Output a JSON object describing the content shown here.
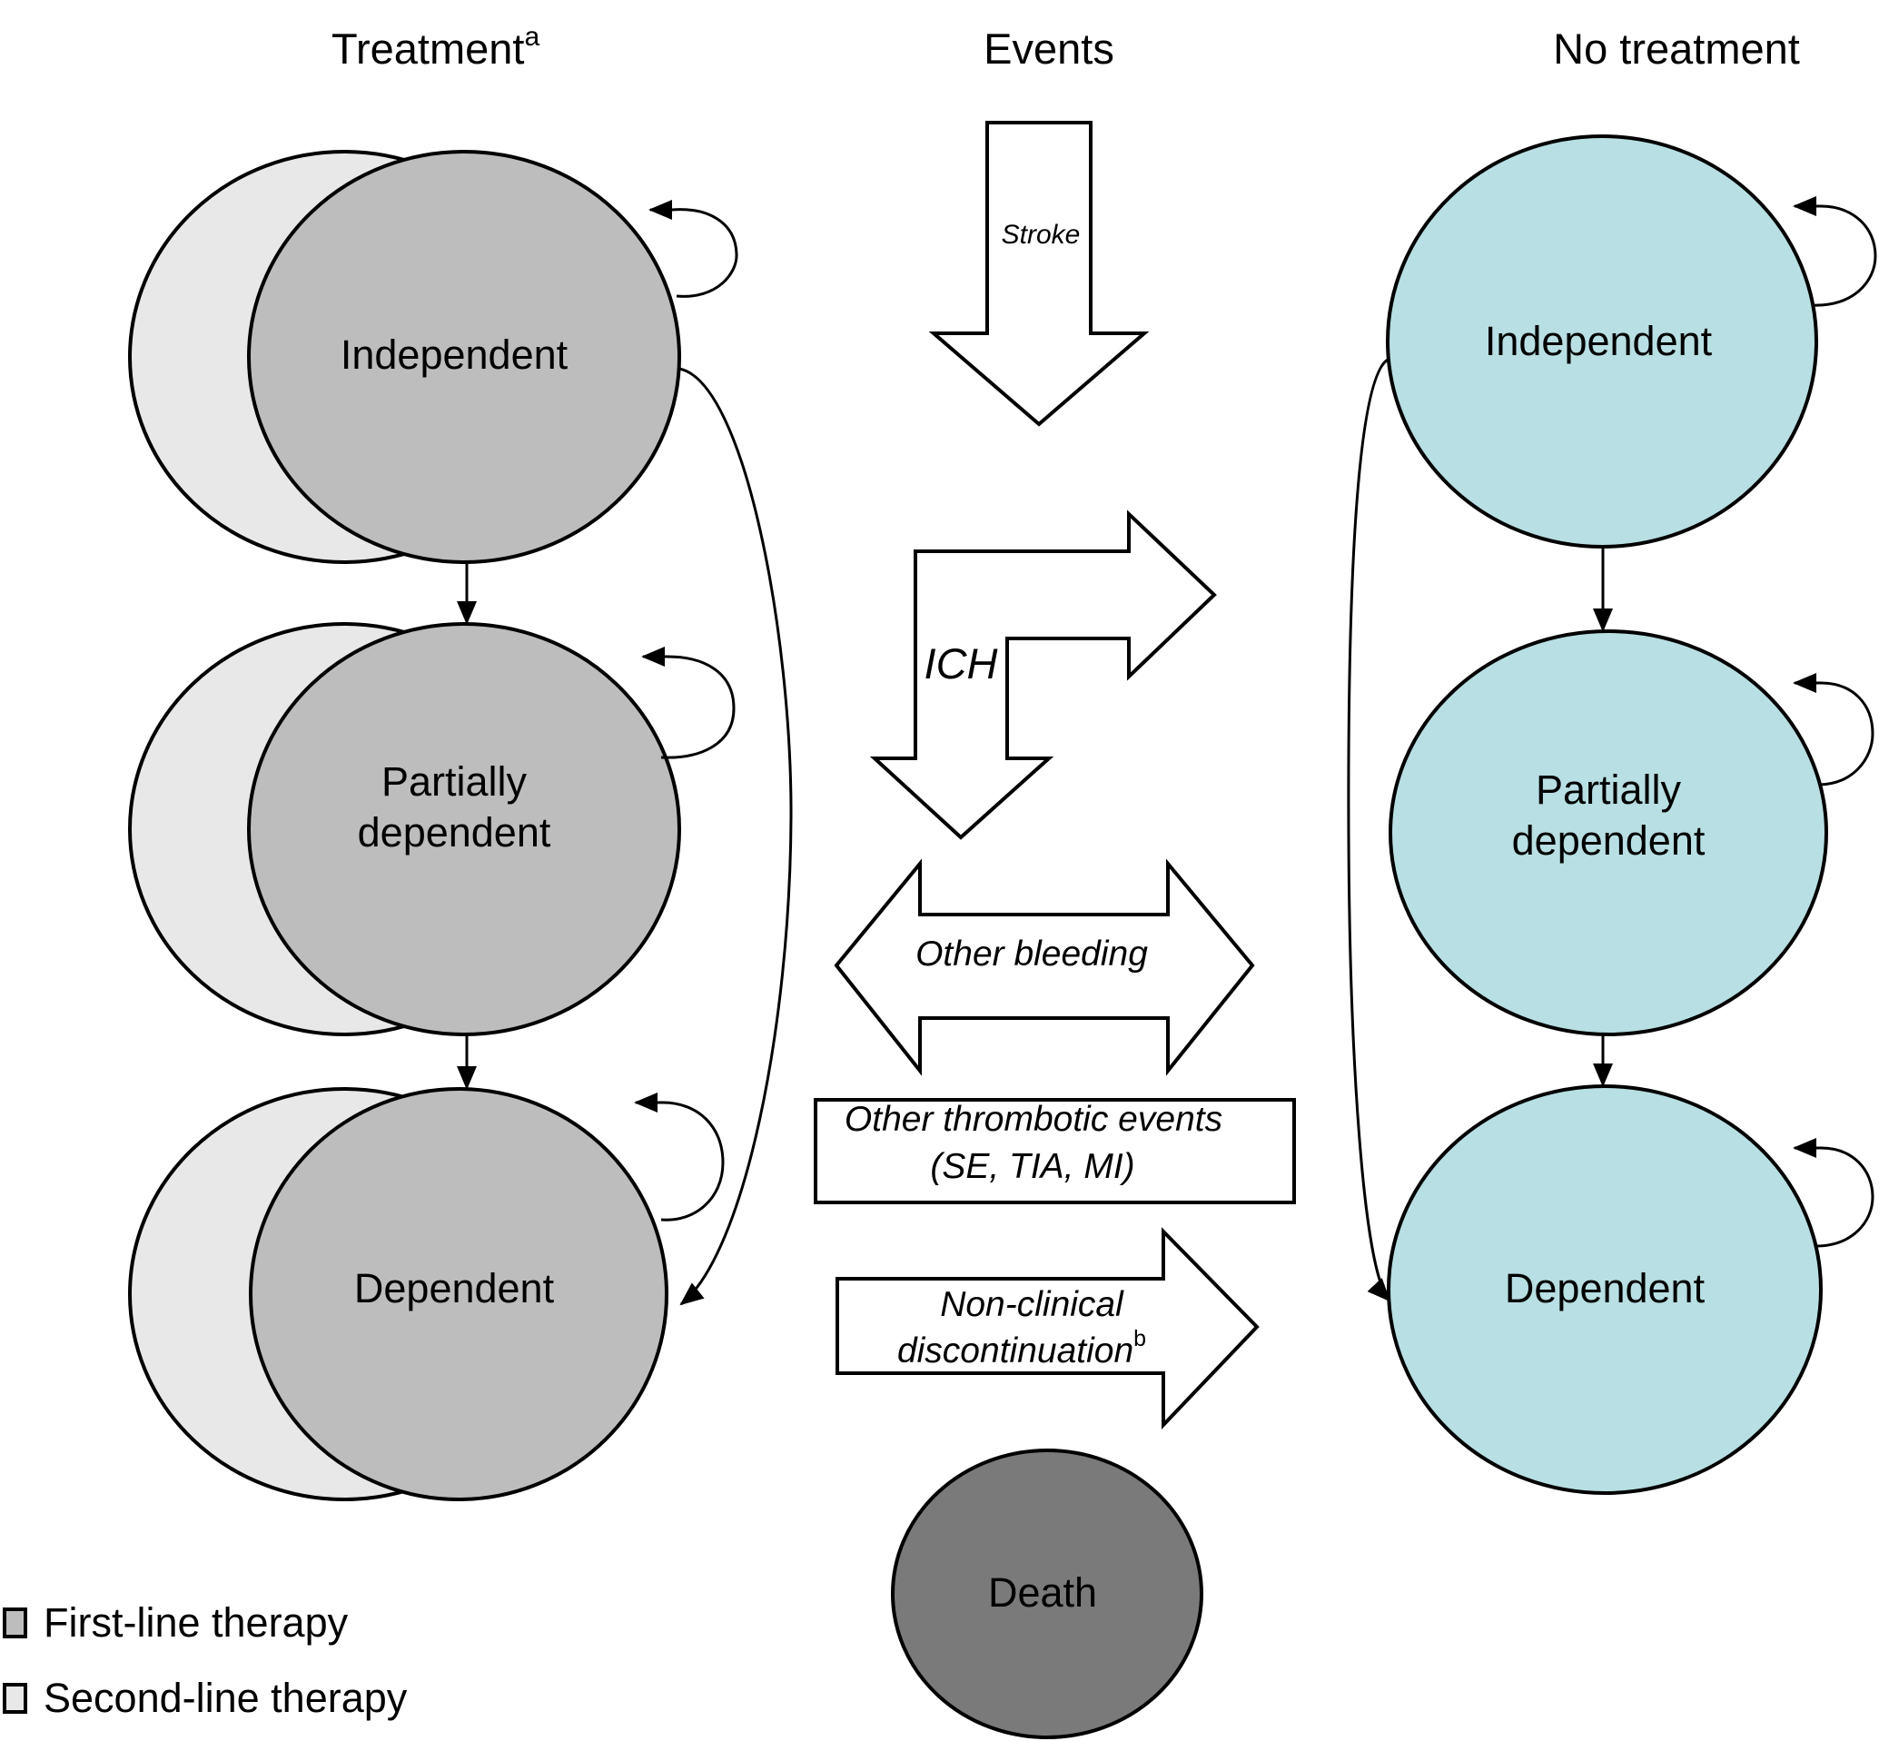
{
  "headers": {
    "treatment": "Treatment",
    "treatment_sup": "a",
    "events": "Events",
    "no_treatment": "No treatment"
  },
  "treatment_states": [
    {
      "label_lines": [
        "Independent"
      ]
    },
    {
      "label_lines": [
        "Partially",
        "dependent"
      ]
    },
    {
      "label_lines": [
        "Dependent"
      ]
    }
  ],
  "no_treatment_states": [
    {
      "label_lines": [
        "Independent"
      ]
    },
    {
      "label_lines": [
        "Partially",
        "dependent"
      ]
    },
    {
      "label_lines": [
        "Dependent"
      ]
    }
  ],
  "events": {
    "stroke": "Stroke",
    "ich": "ICH",
    "other_bleeding": "Other bleeding",
    "thrombotic_line1": "Other thrombotic events",
    "thrombotic_line2": "(SE, TIA, MI)",
    "nonclinical_line1": "Non-clinical",
    "nonclinical_line2": "discontinuation",
    "nonclinical_sup": "b",
    "death": "Death"
  },
  "legend": [
    {
      "label": "First-line therapy",
      "color": "#bdbdbd"
    },
    {
      "label": "Second-line therapy",
      "color": "#e8e8e8"
    }
  ],
  "colors": {
    "first_line": "#bdbdbd",
    "second_line": "#e8e8e8",
    "no_treatment": "#b8dfe3",
    "death": "#7a7a7a"
  }
}
